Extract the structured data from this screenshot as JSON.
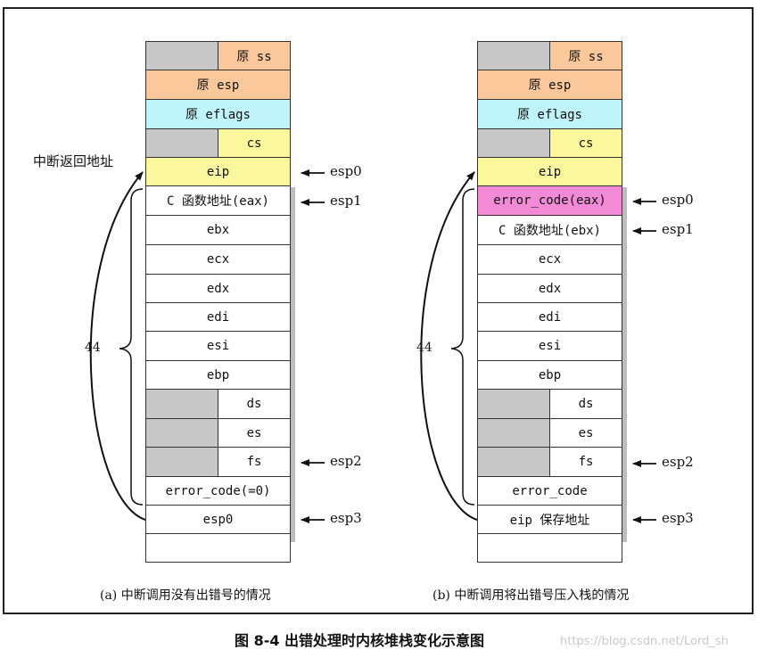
{
  "figure_title": "图 8-4 出错处理时内核堆栈变化示意图",
  "watermark": "https://blog.csdn.net/Lord_sh",
  "left_annotation": "中断返回地址",
  "left": {
    "caption": "(a) 中断调用没有出错号的情况",
    "brace_label": "44",
    "cells": {
      "ss": "原 ss",
      "esp": "原 esp",
      "eflags": "原 eflags",
      "cs": "cs",
      "eip": "eip",
      "c_addr": "C 函数地址(eax)",
      "ebx": "ebx",
      "ecx": "ecx",
      "edx": "edx",
      "edi": "edi",
      "esi": "esi",
      "ebp": "ebp",
      "ds": "ds",
      "es": "es",
      "fs": "fs",
      "error_code": "error_code(=0)",
      "esp0": "esp0"
    },
    "pointers": {
      "esp0": "esp0",
      "esp1": "esp1",
      "esp2": "esp2",
      "esp3": "esp3"
    }
  },
  "right": {
    "caption": "(b) 中断调用将出错号压入栈的情况",
    "brace_label": "44",
    "cells": {
      "ss": "原 ss",
      "esp": "原 esp",
      "eflags": "原 eflags",
      "cs": "cs",
      "eip": "eip",
      "error_code_eax": "error_code(eax)",
      "c_addr": "C 函数地址(ebx)",
      "ecx": "ecx",
      "edx": "edx",
      "edi": "edi",
      "esi": "esi",
      "ebp": "ebp",
      "ds": "ds",
      "es": "es",
      "fs": "fs",
      "error_code": "error_code",
      "eip_save": "eip 保存地址"
    },
    "pointers": {
      "esp0": "esp0",
      "esp1": "esp1",
      "esp2": "esp2",
      "esp3": "esp3"
    }
  },
  "colors": {
    "gray": "#c8c8c8",
    "orange": "#fbc89c",
    "cyan": "#bff4fb",
    "yellow": "#fbf79d",
    "pink": "#f28ad6"
  }
}
